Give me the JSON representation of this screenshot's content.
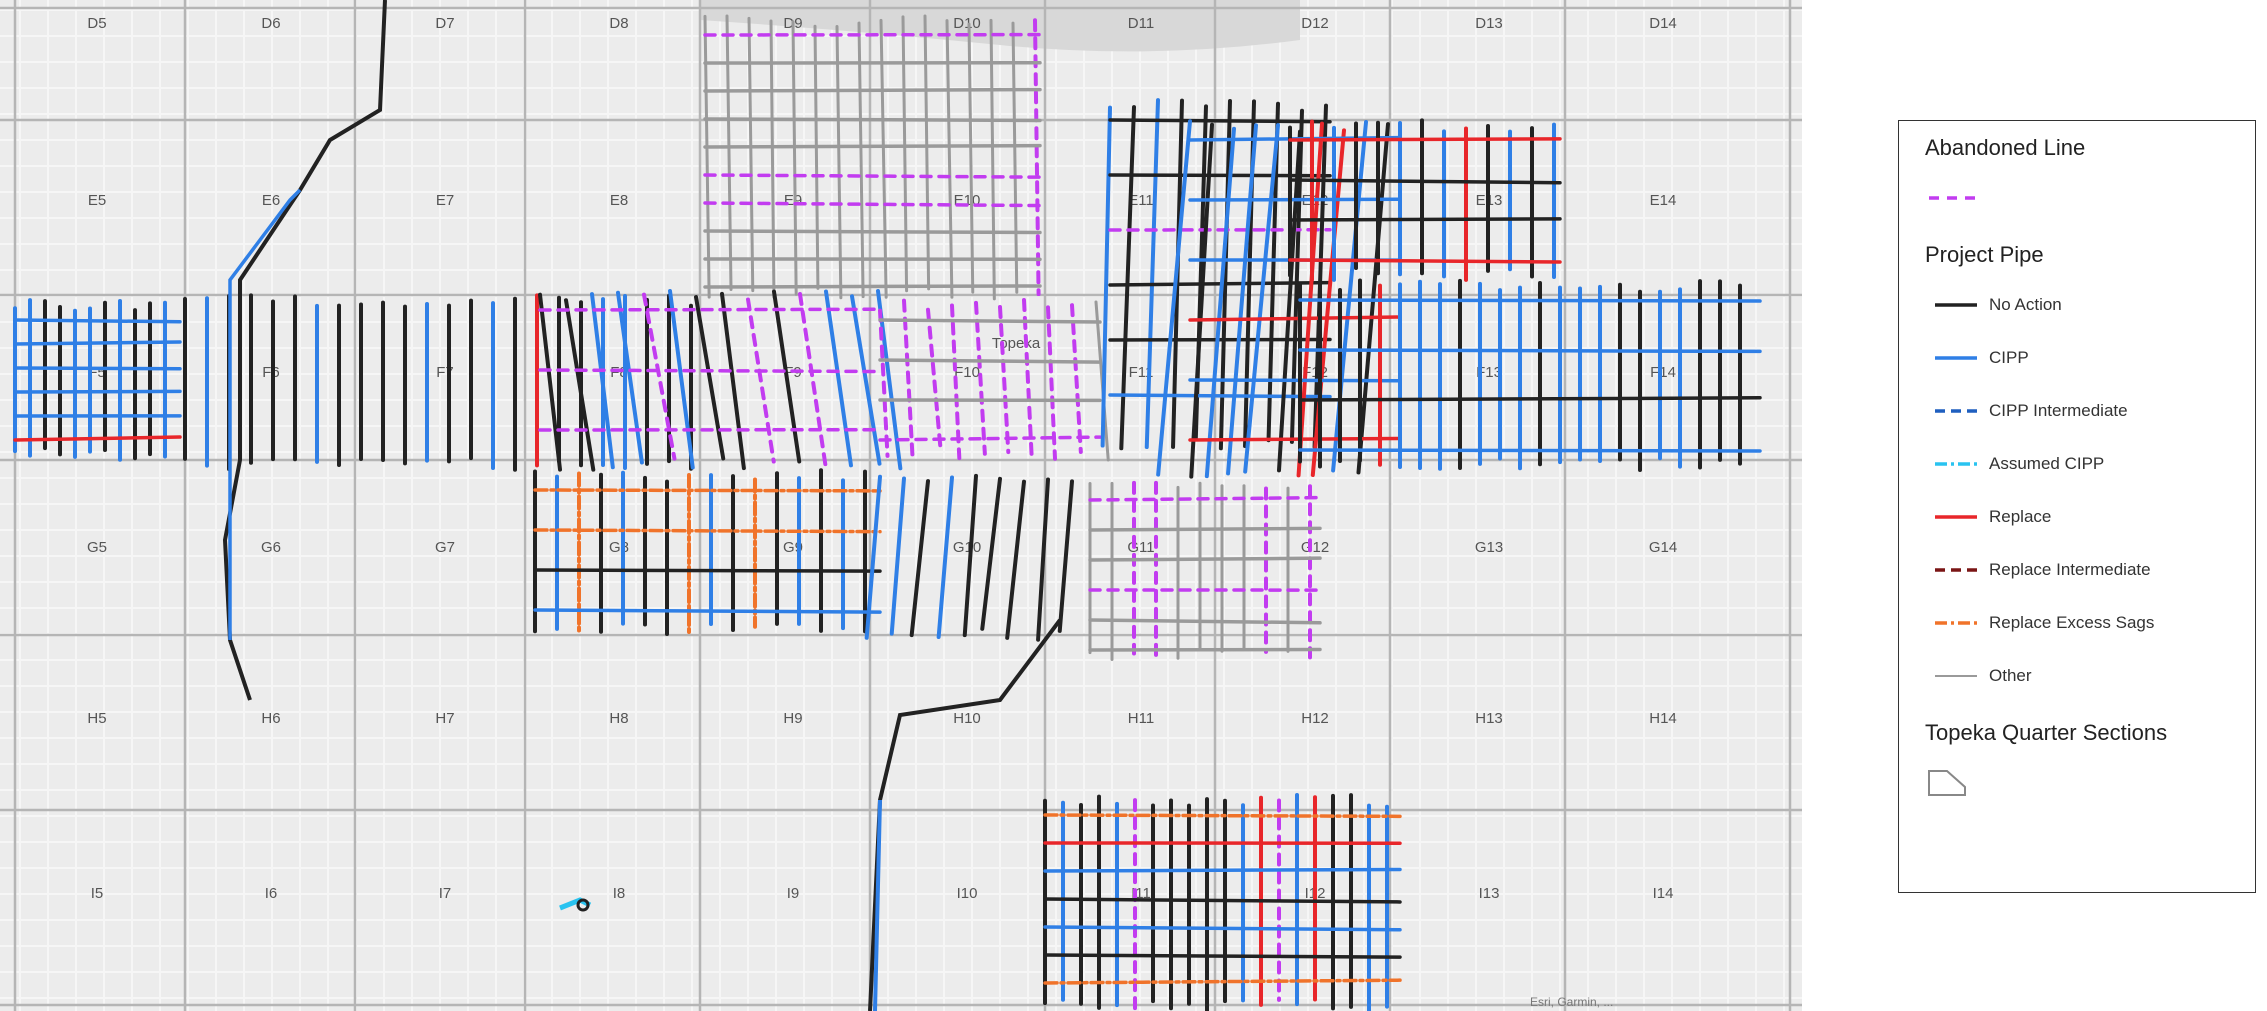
{
  "map": {
    "city_label": "Topeka",
    "grid_rows": [
      "D",
      "E",
      "F",
      "G",
      "H",
      "I"
    ],
    "grid_cols": [
      "5",
      "6",
      "7",
      "8",
      "9",
      "10",
      "11",
      "12",
      "13",
      "14"
    ],
    "colors": {
      "no_action": "#222222",
      "cipp": "#2f7fe6",
      "cipp_intermediate": "#1f5fbf",
      "assumed_cipp": "#29c3f0",
      "replace": "#e8262a",
      "replace_intermediate": "#7a1515",
      "replace_excess_sags": "#f0732a",
      "other": "#9a9a9a",
      "abandoned": "#c23cf0"
    }
  },
  "legend": {
    "sections": [
      {
        "title": "Abandoned Line",
        "items": [
          {
            "label": "",
            "style": "abandoned"
          }
        ]
      },
      {
        "title": "Project Pipe",
        "items": [
          {
            "label": "No Action",
            "style": "no_action"
          },
          {
            "label": "CIPP",
            "style": "cipp"
          },
          {
            "label": "CIPP Intermediate",
            "style": "cipp_intermediate"
          },
          {
            "label": "Assumed CIPP",
            "style": "assumed_cipp"
          },
          {
            "label": "Replace",
            "style": "replace"
          },
          {
            "label": "Replace Intermediate",
            "style": "replace_intermediate"
          },
          {
            "label": "Replace Excess Sags",
            "style": "replace_excess_sags"
          },
          {
            "label": "Other",
            "style": "other"
          }
        ]
      },
      {
        "title": "Topeka Quarter Sections",
        "items": [
          {
            "label": "",
            "style": "polygon"
          }
        ]
      }
    ]
  },
  "attribution": "Esri, Garmin, ..."
}
